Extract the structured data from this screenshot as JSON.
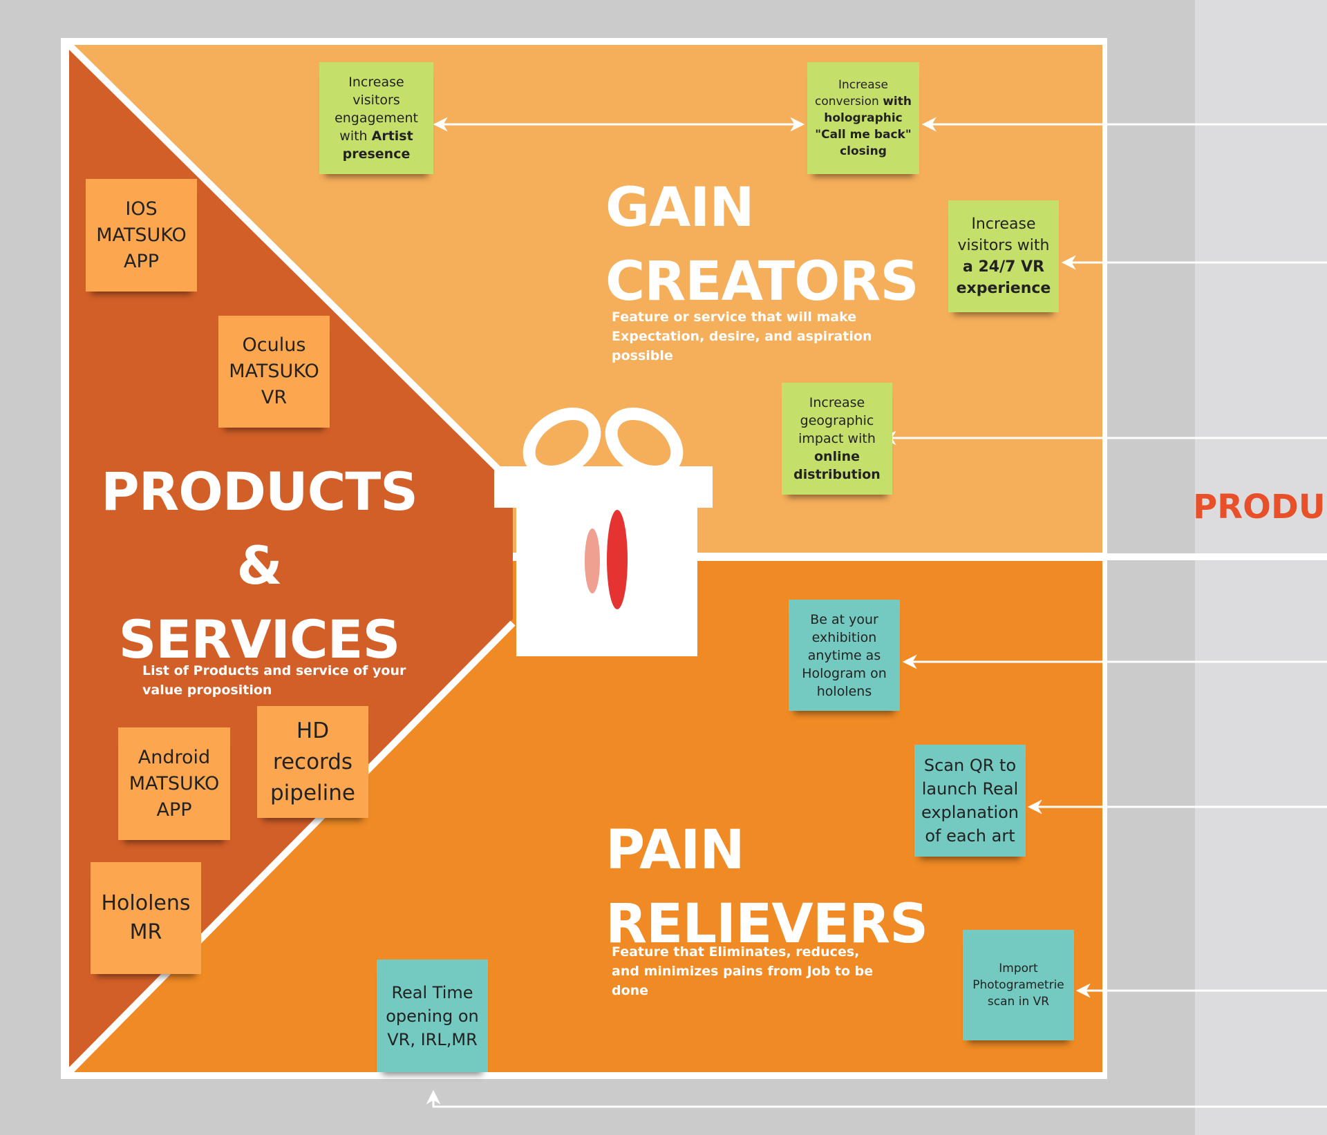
{
  "canvas": {
    "right_label": "PRODUC",
    "colors": {
      "outer_background": "#cbcbcb",
      "right_panel": "#dcdcde",
      "products_services": "#d35f28",
      "gain_creators": "#f5ae5a",
      "pain_relievers": "#ef8a25",
      "frame": "#ffffff",
      "green_note": "#c5e06a",
      "orange_note": "#fda650",
      "teal_note": "#74c9c0",
      "gift_ribbon": "#e53332"
    }
  },
  "sections": {
    "gain_creators": {
      "title": "GAIN\nCREATORS",
      "subtitle": "Feature or service that will make Expectation, desire, and aspiration possible"
    },
    "products_services": {
      "title": "PRODUCTS\n&\nSERVICES",
      "subtitle": "List of Products and service of your value proposition"
    },
    "pain_relievers": {
      "title": "PAIN\nRELIEVERS",
      "subtitle": "Feature that Eliminates, reduces, and minimizes pains from Job to be done"
    }
  },
  "gift_icon": {
    "icon": "gift-icon"
  },
  "notes": {
    "green": [
      {
        "parts": [
          [
            "Increase visitors engagement with ",
            false
          ],
          [
            "Artist presence",
            true
          ]
        ]
      },
      {
        "parts": [
          [
            "Increase conversion ",
            false
          ],
          [
            "with holographic \"Call me back\" closing",
            true
          ]
        ]
      },
      {
        "parts": [
          [
            "Increase visitors with ",
            false
          ],
          [
            "a 24/7  VR experience",
            true
          ]
        ]
      },
      {
        "parts": [
          [
            "Increase geographic impact with ",
            false
          ],
          [
            "online distribution",
            true
          ]
        ]
      }
    ],
    "orange": [
      {
        "text": "IOS MATSUKO APP"
      },
      {
        "text": "Oculus MATSUKO VR"
      },
      {
        "text": "Android MATSUKO APP"
      },
      {
        "text": "HD records pipeline"
      },
      {
        "text": "Hololens MR"
      }
    ],
    "teal": [
      {
        "text": "Be at your exhibition anytime as Hologram on hololens"
      },
      {
        "text": "Scan QR to launch Real explanation of each art"
      },
      {
        "text": "Import Photogrametrie scan in VR"
      },
      {
        "text": "Real Time opening on VR, IRL,MR"
      }
    ]
  }
}
